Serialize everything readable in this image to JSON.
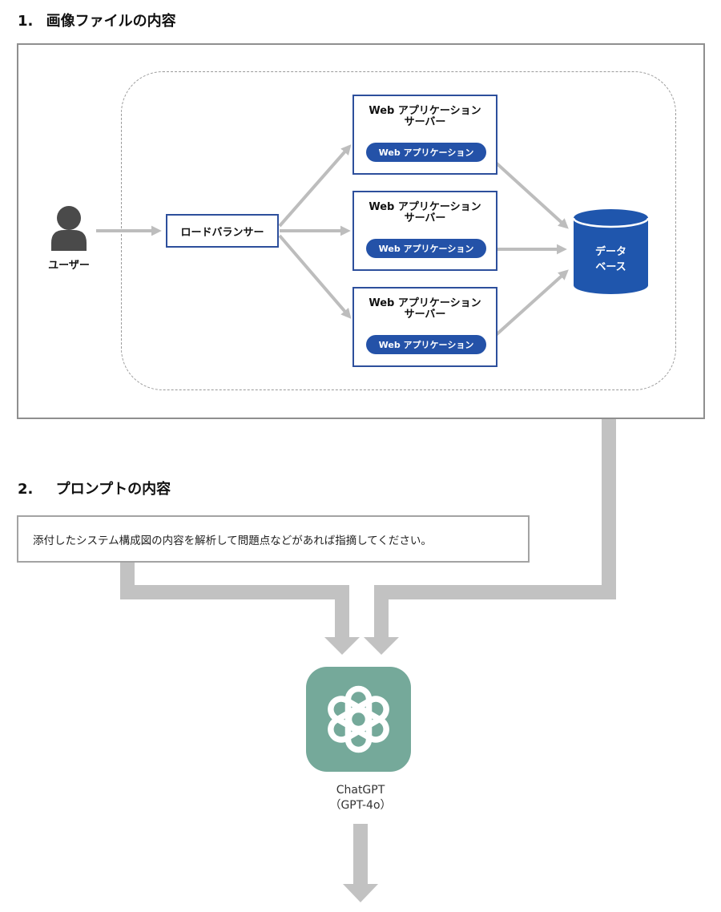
{
  "sections": [
    {
      "number": "1.",
      "title": "画像ファイルの内容"
    },
    {
      "number": "2.",
      "title": "プロンプトの内容"
    }
  ],
  "diagram": {
    "user": {
      "label": "ユーザー",
      "icon": "user-icon"
    },
    "load_balancer": {
      "label": "ロードバランサー"
    },
    "servers": [
      {
        "title_line1": "Web アプリケーション",
        "title_line2": "サーバー",
        "app_label": "Web アプリケーション"
      },
      {
        "title_line1": "Web アプリケーション",
        "title_line2": "サーバー",
        "app_label": "Web アプリケーション"
      },
      {
        "title_line1": "Web アプリケーション",
        "title_line2": "サーバー",
        "app_label": "Web アプリケーション"
      }
    ],
    "database": {
      "line1": "データ",
      "line2": "ベース",
      "icon": "database-icon"
    }
  },
  "prompt": {
    "text": "添付したシステム構成図の内容を解析して問題点などがあれば指摘してください。"
  },
  "model": {
    "name": "ChatGPT",
    "version": "（GPT-4o）",
    "icon": "openai-logo-icon"
  },
  "colors": {
    "border_blue": "#2d4f9c",
    "pill_blue": "#2452a8",
    "db_blue": "#1f56ad",
    "arrow_gray": "#bdbdbd",
    "chatgpt_green": "#75a99a",
    "user_gray": "#4a4a4a"
  }
}
